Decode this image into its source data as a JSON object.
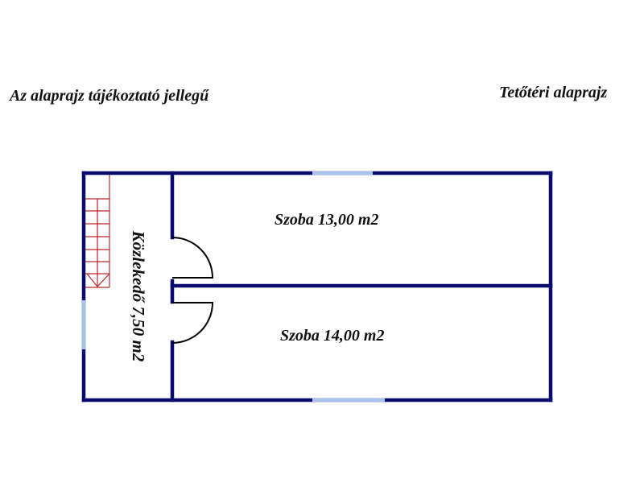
{
  "header": {
    "note": "Az alaprajz tájékoztató jellegű",
    "title": "Tetőtéri alaprajz"
  },
  "rooms": [
    {
      "label": "Közlekedő 7,50 m2"
    },
    {
      "label": "Szoba 13,00 m2"
    },
    {
      "label": "Szoba 14,00 m2"
    }
  ],
  "colors": {
    "wall": "#0a0a6e",
    "window": "#a9c4ea",
    "stairs": "#c0262c",
    "door": "#000000"
  }
}
